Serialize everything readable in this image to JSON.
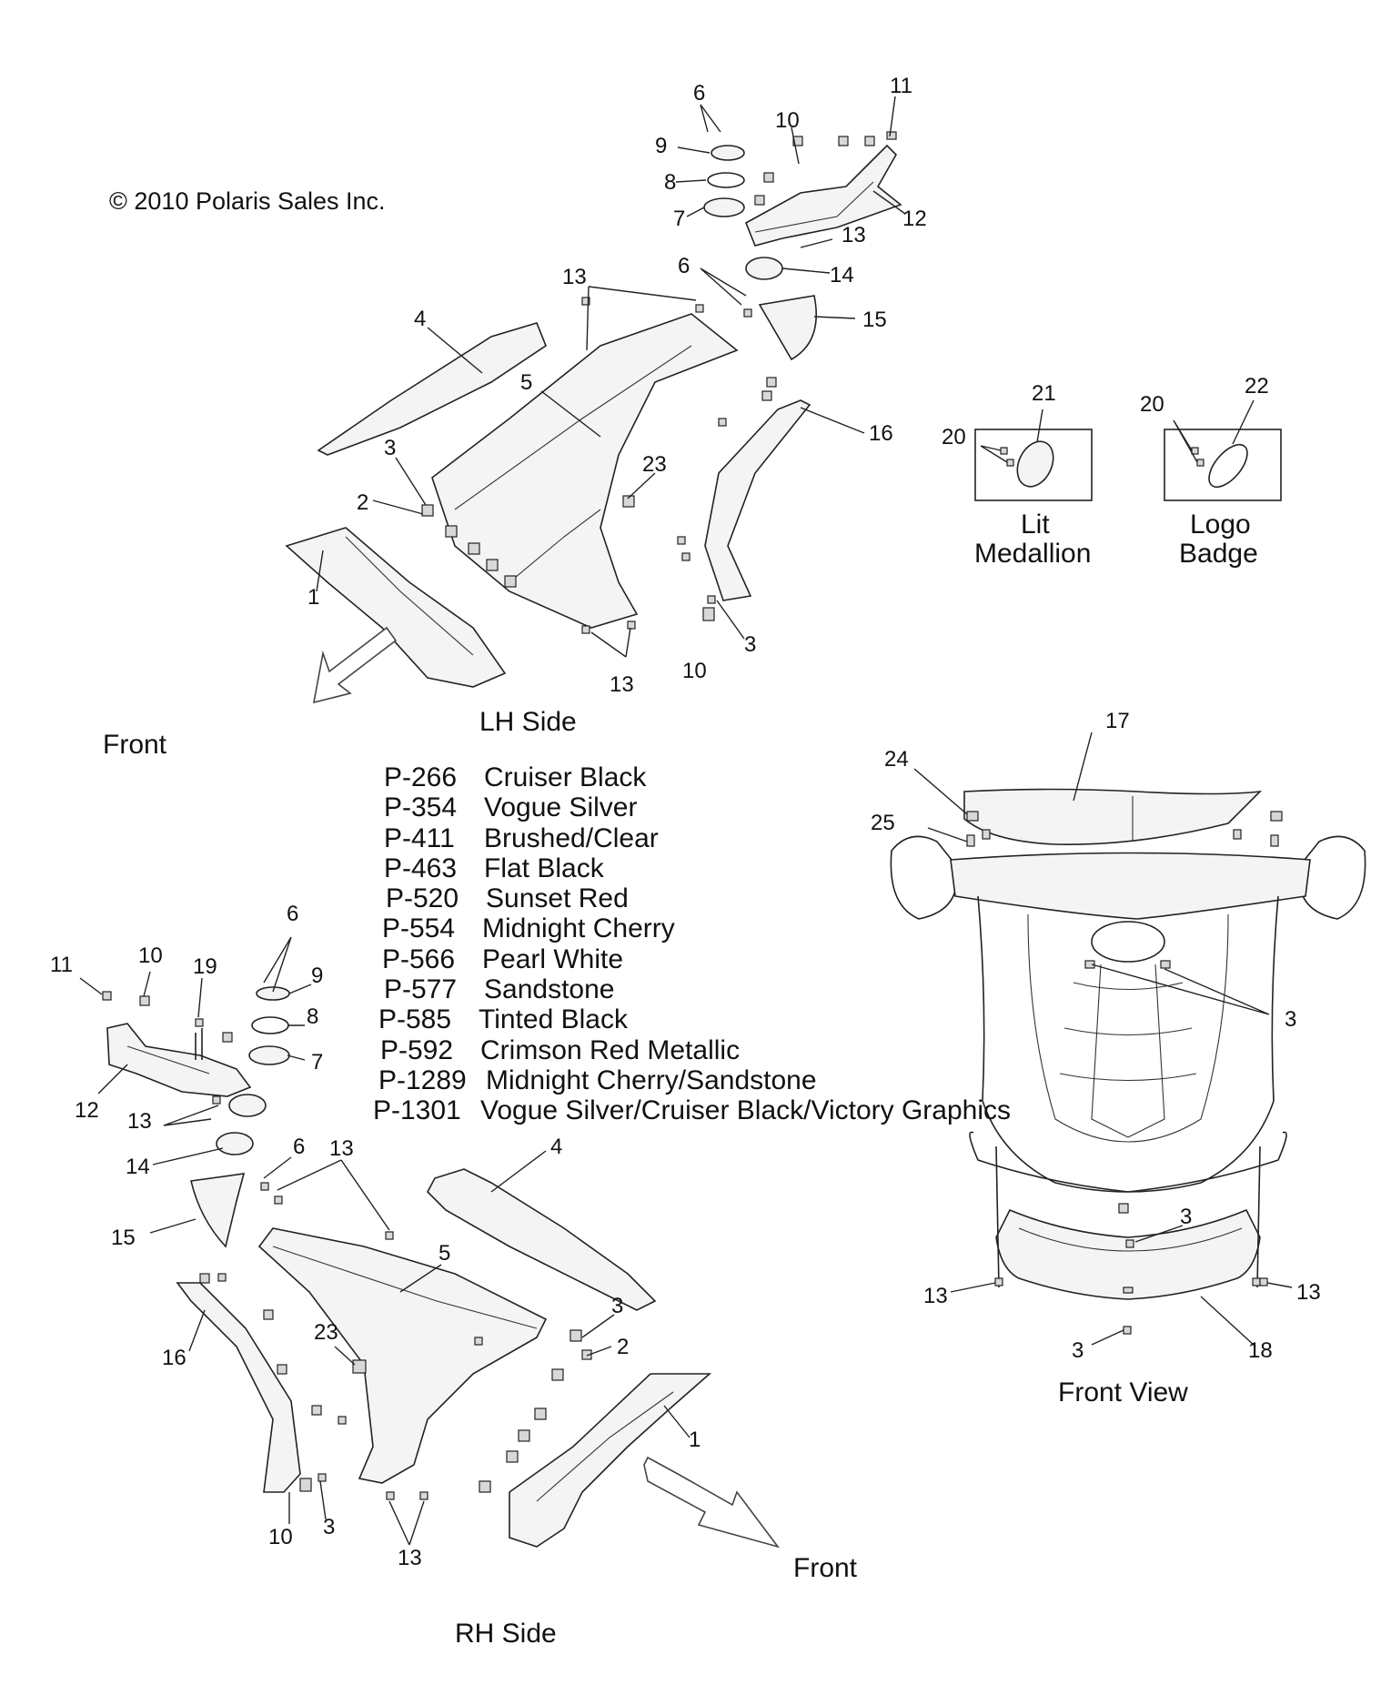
{
  "copyright": "© 2010 Polaris Sales Inc.",
  "views": {
    "lh_side": "LH Side",
    "rh_side": "RH Side",
    "front_view": "Front View",
    "front_arrow_lh": "Front",
    "front_arrow_rh": "Front"
  },
  "insets": {
    "lit_medallion": {
      "line1": "Lit",
      "line2": "Medallion"
    },
    "logo_badge": {
      "line1": "Logo",
      "line2": "Badge"
    }
  },
  "paint_codes": [
    {
      "code": "P-266",
      "name": "Cruiser Black"
    },
    {
      "code": "P-354",
      "name": "Vogue Silver"
    },
    {
      "code": "P-411",
      "name": "Brushed/Clear"
    },
    {
      "code": "P-463",
      "name": "Flat Black"
    },
    {
      "code": "P-520",
      "name": "Sunset Red"
    },
    {
      "code": "P-554",
      "name": "Midnight Cherry"
    },
    {
      "code": "P-566",
      "name": "Pearl White"
    },
    {
      "code": "P-577",
      "name": "Sandstone"
    },
    {
      "code": "P-585",
      "name": "Tinted Black"
    },
    {
      "code": "P-592",
      "name": "Crimson Red Metallic"
    },
    {
      "code": "P-1289",
      "name": "Midnight Cherry/Sandstone"
    },
    {
      "code": "P-1301",
      "name": "Vogue Silver/Cruiser Black/Victory Graphics"
    }
  ],
  "callouts": {
    "lh": [
      "6",
      "9",
      "8",
      "7",
      "10",
      "11",
      "12",
      "13",
      "14",
      "6",
      "15",
      "13",
      "4",
      "5",
      "16",
      "23",
      "3",
      "2",
      "1",
      "3",
      "10",
      "13"
    ],
    "inset": [
      "21",
      "20",
      "20",
      "22"
    ],
    "rh": [
      "6",
      "11",
      "10",
      "19",
      "9",
      "8",
      "7",
      "12",
      "13",
      "14",
      "6",
      "13",
      "4",
      "15",
      "5",
      "16",
      "23",
      "3",
      "2",
      "1",
      "10",
      "3",
      "13"
    ],
    "front": [
      "17",
      "24",
      "25",
      "3",
      "3",
      "13",
      "13",
      "3",
      "18"
    ]
  }
}
